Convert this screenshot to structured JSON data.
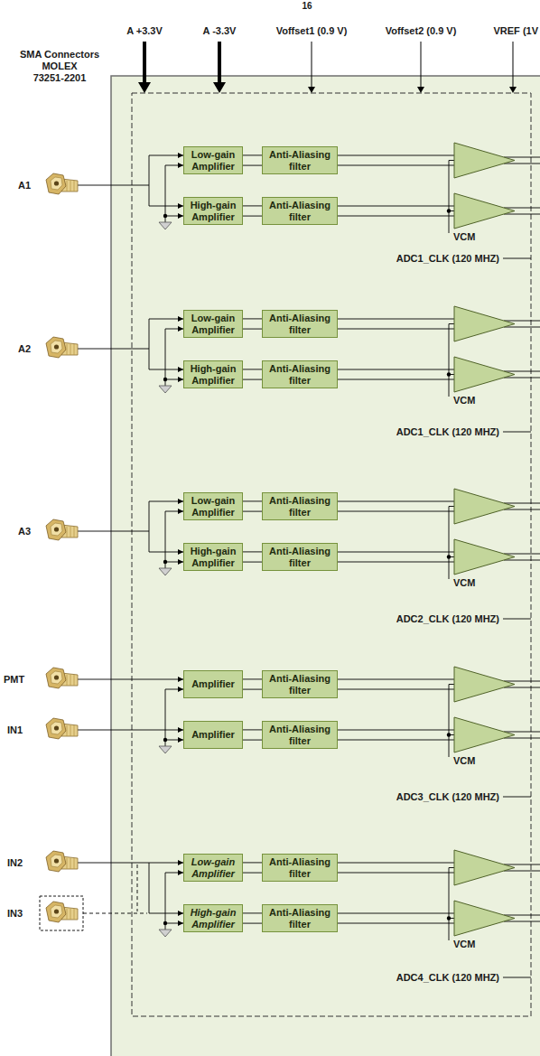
{
  "diagram": {
    "nodes": [
      {
        "text": [
          "Low-gain Amplifier"
        ]
      },
      {
        "text": [
          "Anti-Aliasing filter"
        ]
      },
      {
        "text": [
          "High-gain Amplifier"
        ]
      },
      {
        "text": [
          "Anti-Aliasing filter"
        ]
      },
      {
        "text": [
          "Low-gain Amplifier"
        ]
      },
      {
        "text": [
          "Anti-Aliasing filter"
        ]
      },
      {
        "text": [
          "High-gain Amplifier"
        ]
      },
      {
        "text": [
          "Anti-Aliasing filter"
        ]
      },
      {
        "text": [
          "Low-gain Amplifier"
        ]
      },
      {
        "text": [
          "Anti-Aliasing filter"
        ]
      },
      {
        "text": [
          "High-gain Amplifier"
        ]
      },
      {
        "text": [
          "Anti-Aliasing filter"
        ]
      },
      {
        "text": [
          "Amplifier"
        ]
      },
      {
        "text": [
          "Anti-Aliasing filter"
        ]
      },
      {
        "text": [
          "Amplifier"
        ]
      },
      {
        "text": [
          "Anti-Aliasing filter"
        ]
      },
      {
        "text": [
          "Low-gain Amplifier"
        ]
      },
      {
        "text": [
          "Anti-Aliasing filter"
        ]
      },
      {
        "text": [
          "High-gain Amplifier"
        ]
      },
      {
        "text": [
          "Anti-Aliasing filter"
        ]
      }
    ],
    "edges": [
      {
        "from": 0,
        "to": 1,
        "arrow": "none"
      },
      {
        "from": 2,
        "to": 3,
        "arrow": "none"
      },
      {
        "from": 4,
        "to": 5,
        "arrow": "none"
      },
      {
        "from": 6,
        "to": 7,
        "arrow": "none"
      },
      {
        "from": 8,
        "to": 9,
        "arrow": "none"
      },
      {
        "from": 10,
        "to": 11,
        "arrow": "none"
      },
      {
        "from": 12,
        "to": 13,
        "arrow": "none"
      },
      {
        "from": 14,
        "to": 15,
        "arrow": "none"
      },
      {
        "from": 16,
        "to": 17,
        "arrow": "none"
      },
      {
        "from": 18,
        "to": 19,
        "arrow": "none"
      }
    ],
    "labels": [
      "16",
      "A +3.3V",
      "A -3.3V",
      "Voffset1 (0.9 V)",
      "Voffset2 (0.9 V)",
      "VREF (1V",
      "SMA Connectors",
      "MOLEX",
      "73251-2201",
      "A1",
      "VCM",
      "ADC1_CLK (120 MHZ)",
      "A2",
      "VCM",
      "ADC1_CLK (120 MHZ)",
      "A3",
      "VCM",
      "ADC2_CLK (120 MHZ)",
      "PMT",
      "IN1",
      "VCM",
      "ADC3_CLK (120 MHZ)",
      "IN2",
      "IN3",
      "VCM",
      "ADC4_CLK (120 MHZ)"
    ]
  }
}
